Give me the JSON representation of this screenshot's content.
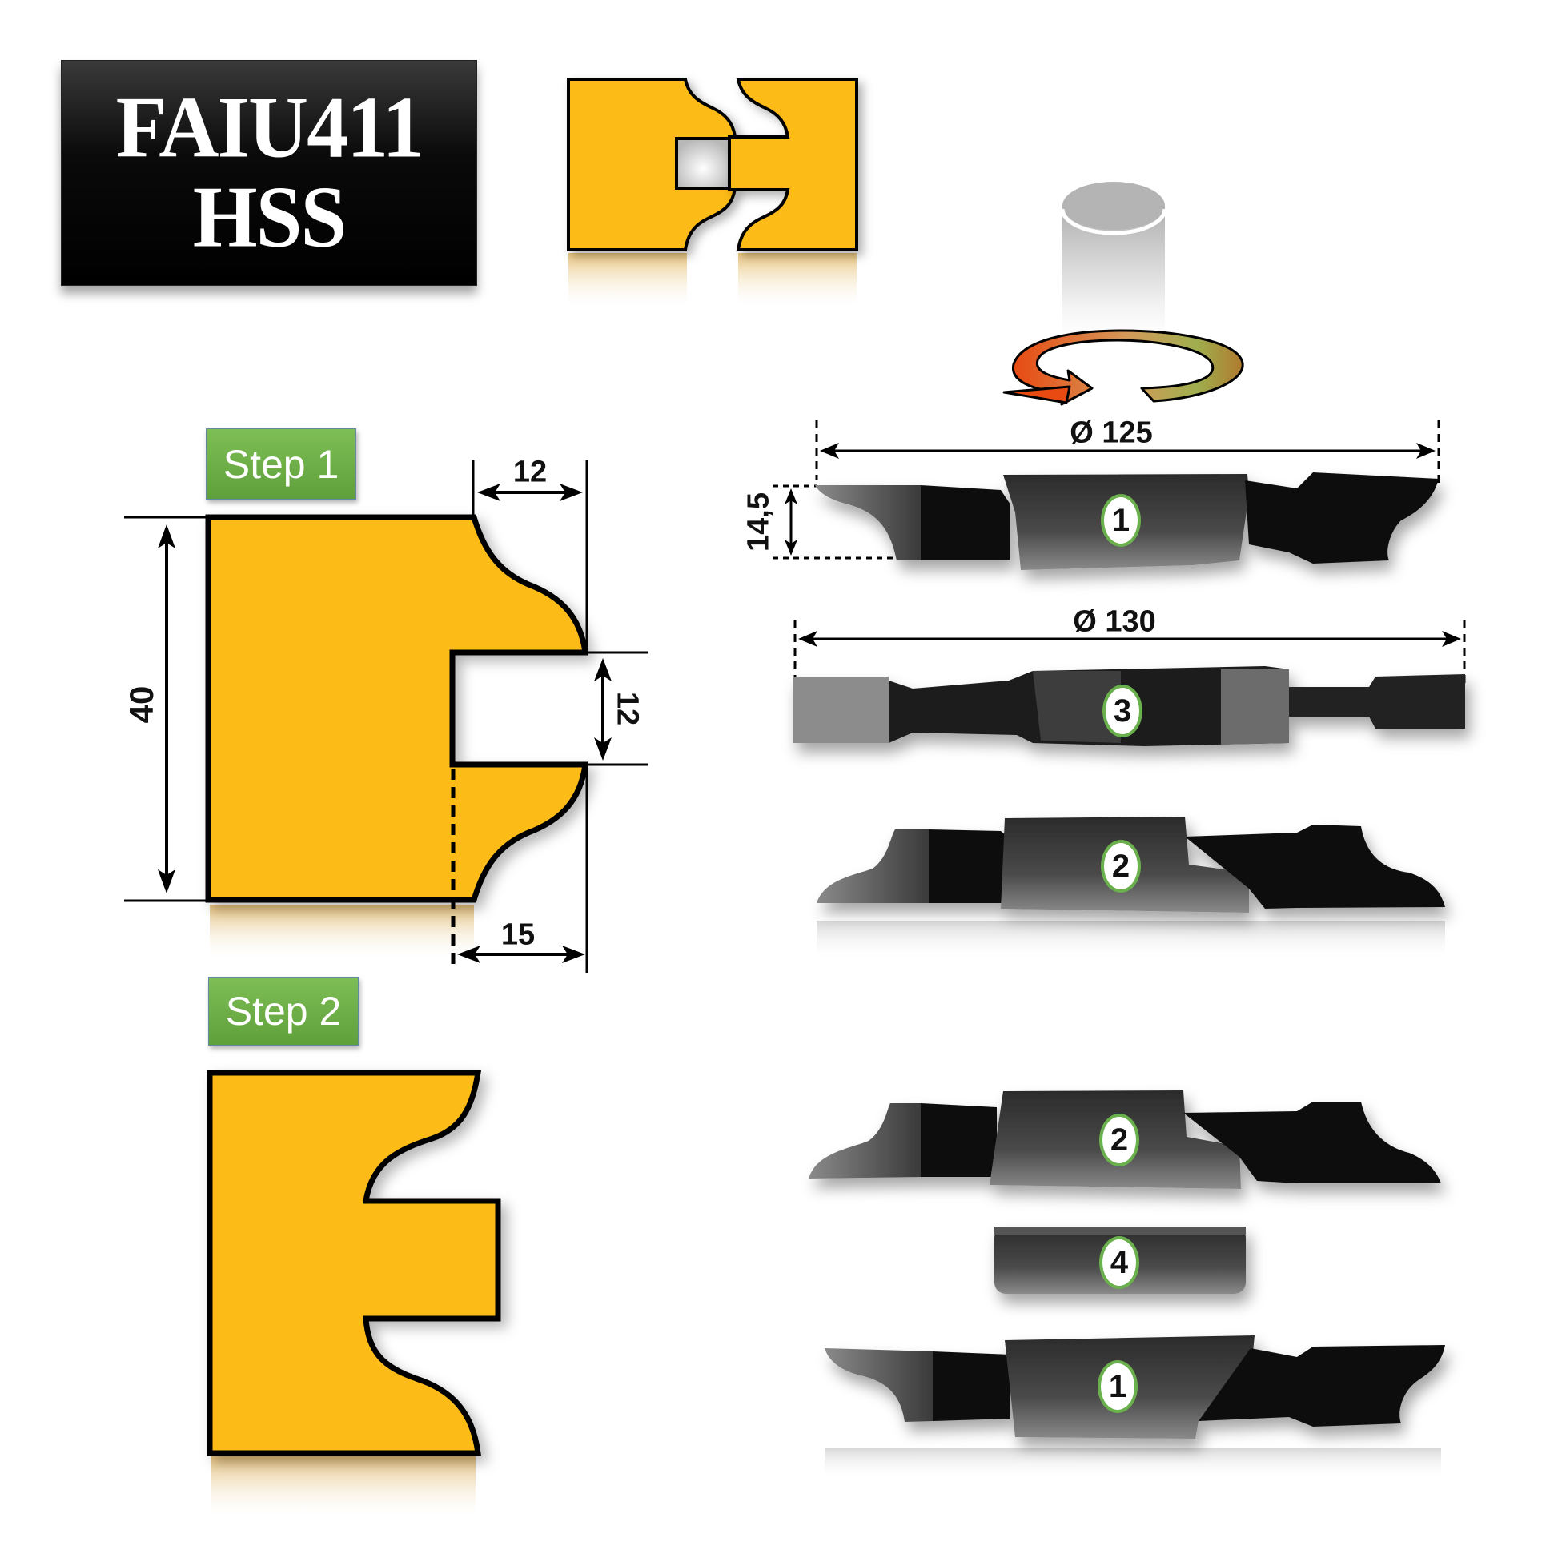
{
  "title": {
    "line1": "FAIU411",
    "line2": "HSS"
  },
  "colors": {
    "profile_fill": "#fcbb19",
    "outline": "#000000",
    "badge_green": "#6aa84f",
    "number_ring": "#6ab04c"
  },
  "steps": [
    {
      "label": "Step 1"
    },
    {
      "label": "Step 2"
    }
  ],
  "step1_dimensions": {
    "height": "40",
    "profile_width_top": "12",
    "groove_height": "12",
    "profile_width_bottom": "15"
  },
  "cutter_dimensions": {
    "diameter_top": "Ø 125",
    "thickness": "14,5",
    "diameter_groove": "Ø 130"
  },
  "assembly_step1": [
    {
      "number": "1"
    },
    {
      "number": "3"
    },
    {
      "number": "2"
    }
  ],
  "assembly_step2": [
    {
      "number": "2"
    },
    {
      "number": "4"
    },
    {
      "number": "1"
    }
  ],
  "icons": {
    "profile_joint": "tongue-and-groove-profile-icon",
    "spindle": "spindle-cylinder-icon",
    "rotation": "rotation-arrow-icon"
  }
}
